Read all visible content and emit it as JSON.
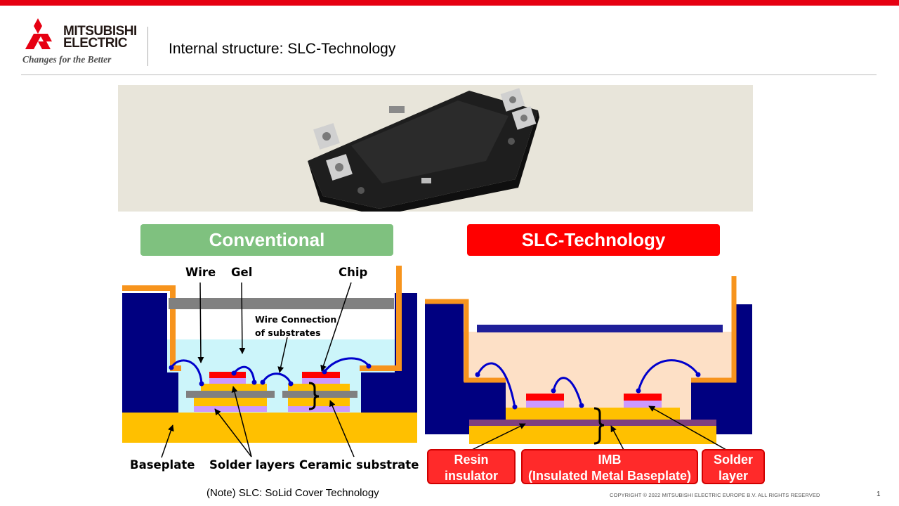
{
  "logo": {
    "brand_line1": "MITSUBISHI",
    "brand_line2": "ELECTRIC",
    "slogan": "Changes for the Better"
  },
  "slide": {
    "title": "Internal structure: SLC-Technology",
    "note": "(Note) SLC: SoLid Cover Technology",
    "copyright": "COPYRIGHT © 2022 MITSUBISHI ELECTRIC EUROPE B.V. ALL RIGHTS RESERVED",
    "page_number": "1"
  },
  "conventional": {
    "header": "Conventional",
    "labels": {
      "wire": "Wire",
      "gel": "Gel",
      "chip": "Chip",
      "wire_connection_1": "Wire Connection",
      "wire_connection_2": "of substrates",
      "baseplate": "Baseplate",
      "solder_layers": "Solder layers",
      "ceramic_substrate": "Ceramic substrate"
    }
  },
  "slc": {
    "header": "SLC-Technology",
    "labels": {
      "resin_insulator_1": "Resin",
      "resin_insulator_2": "insulator",
      "imb_1": "IMB",
      "imb_2": "(Insulated Metal Baseplate)",
      "solder_layer_1": "Solder",
      "solder_layer_2": "layer"
    }
  },
  "colors": {
    "brand_red": "#e60012",
    "housing_navy": "#000080",
    "frame_orange": "#f7941d",
    "baseplate_yellow": "#ffc000",
    "gel_cyan": "#ccf5fa",
    "resin_peach": "#fde0c6",
    "chip_red": "#ff0000",
    "solder_lilac": "#cc99ff",
    "wire_blue": "#0000cc",
    "conventional_green": "#7fc17f"
  }
}
